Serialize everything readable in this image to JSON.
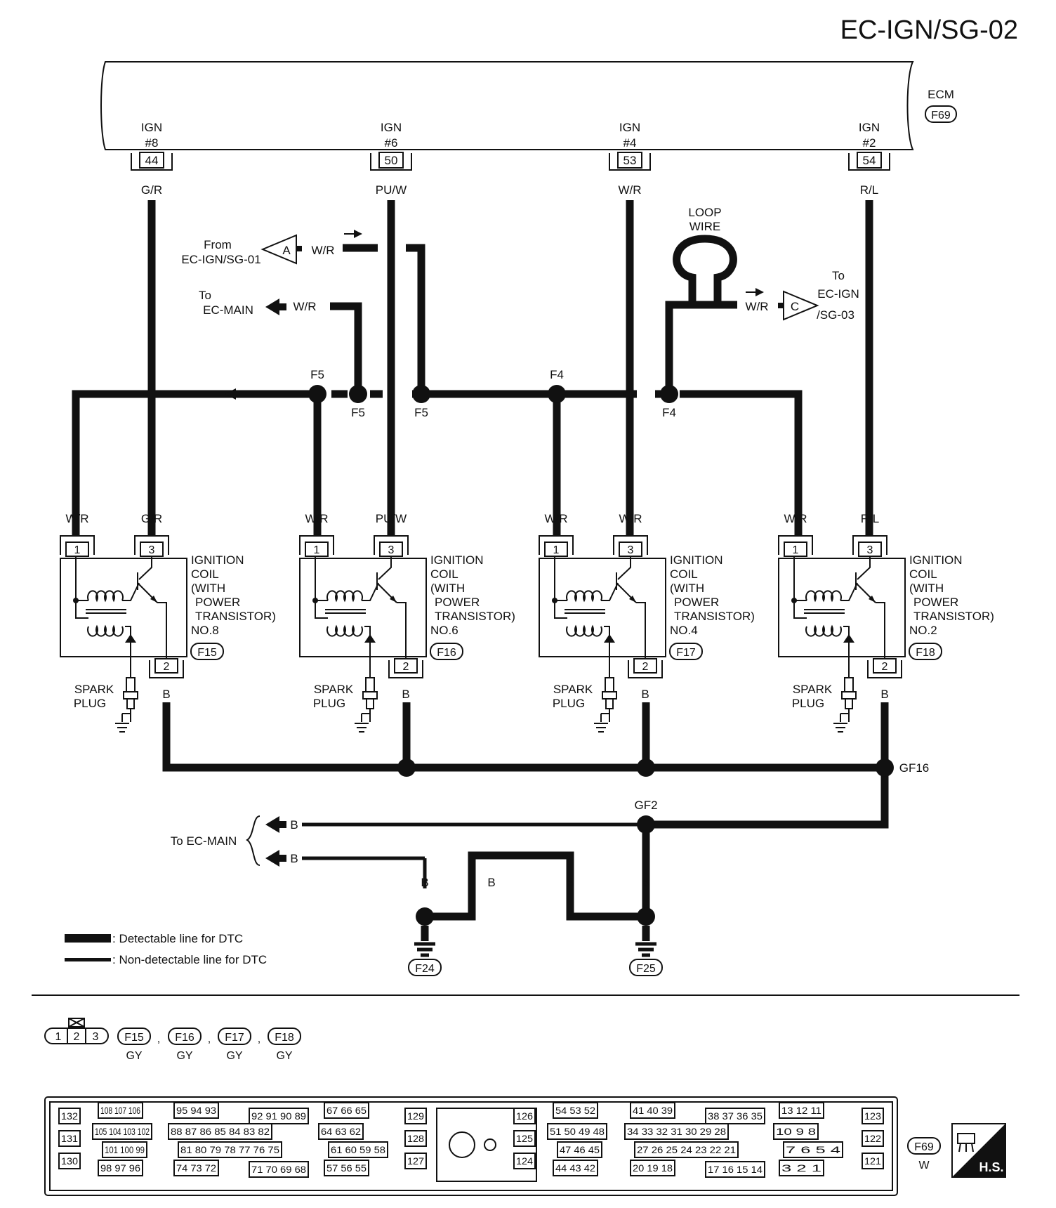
{
  "page_id": "EC-IGN/SG-02",
  "ecm": {
    "label": "ECM",
    "connector": "F69",
    "terminals": [
      {
        "signal": "IGN",
        "num": "#8",
        "pin": "44",
        "wire": "G/R"
      },
      {
        "signal": "IGN",
        "num": "#6",
        "pin": "50",
        "wire": "PU/W"
      },
      {
        "signal": "IGN",
        "num": "#4",
        "pin": "53",
        "wire": "W/R"
      },
      {
        "signal": "IGN",
        "num": "#2",
        "pin": "54",
        "wire": "R/L"
      }
    ]
  },
  "offpage": {
    "from_text": "From",
    "from_page": "EC-IGN/SG-01",
    "from_letter": "A",
    "from_wire": "W/R",
    "to_main_text": "To",
    "to_main_page": "EC-MAIN",
    "to_main_wire": "W/R",
    "loop_line1": "LOOP",
    "loop_line2": "WIRE",
    "to_text": "To",
    "to_page_line1": "EC-IGN",
    "to_page_line2": "/SG-03",
    "to_letter": "C",
    "to_wire": "W/R"
  },
  "splices": {
    "f5a": "F5",
    "f5b": "F5",
    "f5c": "F5",
    "f4a": "F4",
    "f4b": "F4",
    "gf16": "GF16",
    "gf2": "GF2"
  },
  "coils": [
    {
      "pin1": "1",
      "pin3": "3",
      "pin2": "2",
      "wire1": "W/R",
      "wire3": "G/R",
      "wire2": "B",
      "title1": "IGNITION",
      "title2": "COIL",
      "title3": "(WITH",
      "title4": "POWER",
      "title5": "TRANSISTOR)",
      "number": "NO.8",
      "connector": "F15",
      "plug1": "SPARK",
      "plug2": "PLUG"
    },
    {
      "pin1": "1",
      "pin3": "3",
      "pin2": "2",
      "wire1": "W/R",
      "wire3": "PU/W",
      "wire2": "B",
      "title1": "IGNITION",
      "title2": "COIL",
      "title3": "(WITH",
      "title4": "POWER",
      "title5": "TRANSISTOR)",
      "number": "NO.6",
      "connector": "F16",
      "plug1": "SPARK",
      "plug2": "PLUG"
    },
    {
      "pin1": "1",
      "pin3": "3",
      "pin2": "2",
      "wire1": "W/R",
      "wire3": "W/R",
      "wire2": "B",
      "title1": "IGNITION",
      "title2": "COIL",
      "title3": "(WITH",
      "title4": "POWER",
      "title5": "TRANSISTOR)",
      "number": "NO.4",
      "connector": "F17",
      "plug1": "SPARK",
      "plug2": "PLUG"
    },
    {
      "pin1": "1",
      "pin3": "3",
      "pin2": "2",
      "wire1": "W/R",
      "wire3": "R/L",
      "wire2": "B",
      "title1": "IGNITION",
      "title2": "COIL",
      "title3": "(WITH",
      "title4": "POWER",
      "title5": "TRANSISTOR)",
      "number": "NO.2",
      "connector": "F18",
      "plug1": "SPARK",
      "plug2": "PLUG"
    }
  ],
  "ground": {
    "to_main": "To EC-MAIN",
    "wire": "B",
    "conn_left": "F24",
    "conn_right": "F25"
  },
  "legend": {
    "detectable": ": Detectable line for DTC",
    "nondetectable": ": Non-detectable line for DTC"
  },
  "connector_views": {
    "coil_pins": [
      "1",
      "2",
      "3"
    ],
    "coil_connectors": [
      {
        "id": "F15",
        "color": "GY"
      },
      {
        "id": "F16",
        "color": "GY"
      },
      {
        "id": "F17",
        "color": "GY"
      },
      {
        "id": "F18",
        "color": "GY"
      }
    ],
    "separator": ",",
    "ecm_connector": "F69",
    "ecm_color": "W",
    "hs_label": "H.S.",
    "ecm_pin_rows": [
      [
        "132",
        "131",
        "130"
      ],
      [
        "108 107 106",
        "105 104 103 102",
        "101 100 99",
        "98 97 96"
      ],
      [
        "95 94 93",
        "88 87 86 85 84 83 82",
        "81 80 79 78 77 76 75",
        "74 73 72"
      ],
      [
        "92 91 90 89",
        "71 70 69 68"
      ],
      [
        "67 66 65",
        "64 63 62",
        "61 60 59 58",
        "57 56 55"
      ],
      [
        "129",
        "128",
        "127"
      ],
      [
        "126",
        "125",
        "124"
      ],
      [
        "54 53 52",
        "51 50 49 48",
        "47 46 45",
        "44 43 42"
      ],
      [
        "41 40 39",
        "34 33 32 31 30 29 28",
        "27 26 25 24 23 22 21",
        "20 19 18"
      ],
      [
        "38 37 36 35",
        "17 16 15 14"
      ],
      [
        "13 12 11",
        "10 9 8",
        "7 6 5 4",
        "3 2 1"
      ],
      [
        "123",
        "122",
        "121"
      ]
    ]
  },
  "colors": {
    "ink": "#111111",
    "paper": "#ffffff"
  }
}
